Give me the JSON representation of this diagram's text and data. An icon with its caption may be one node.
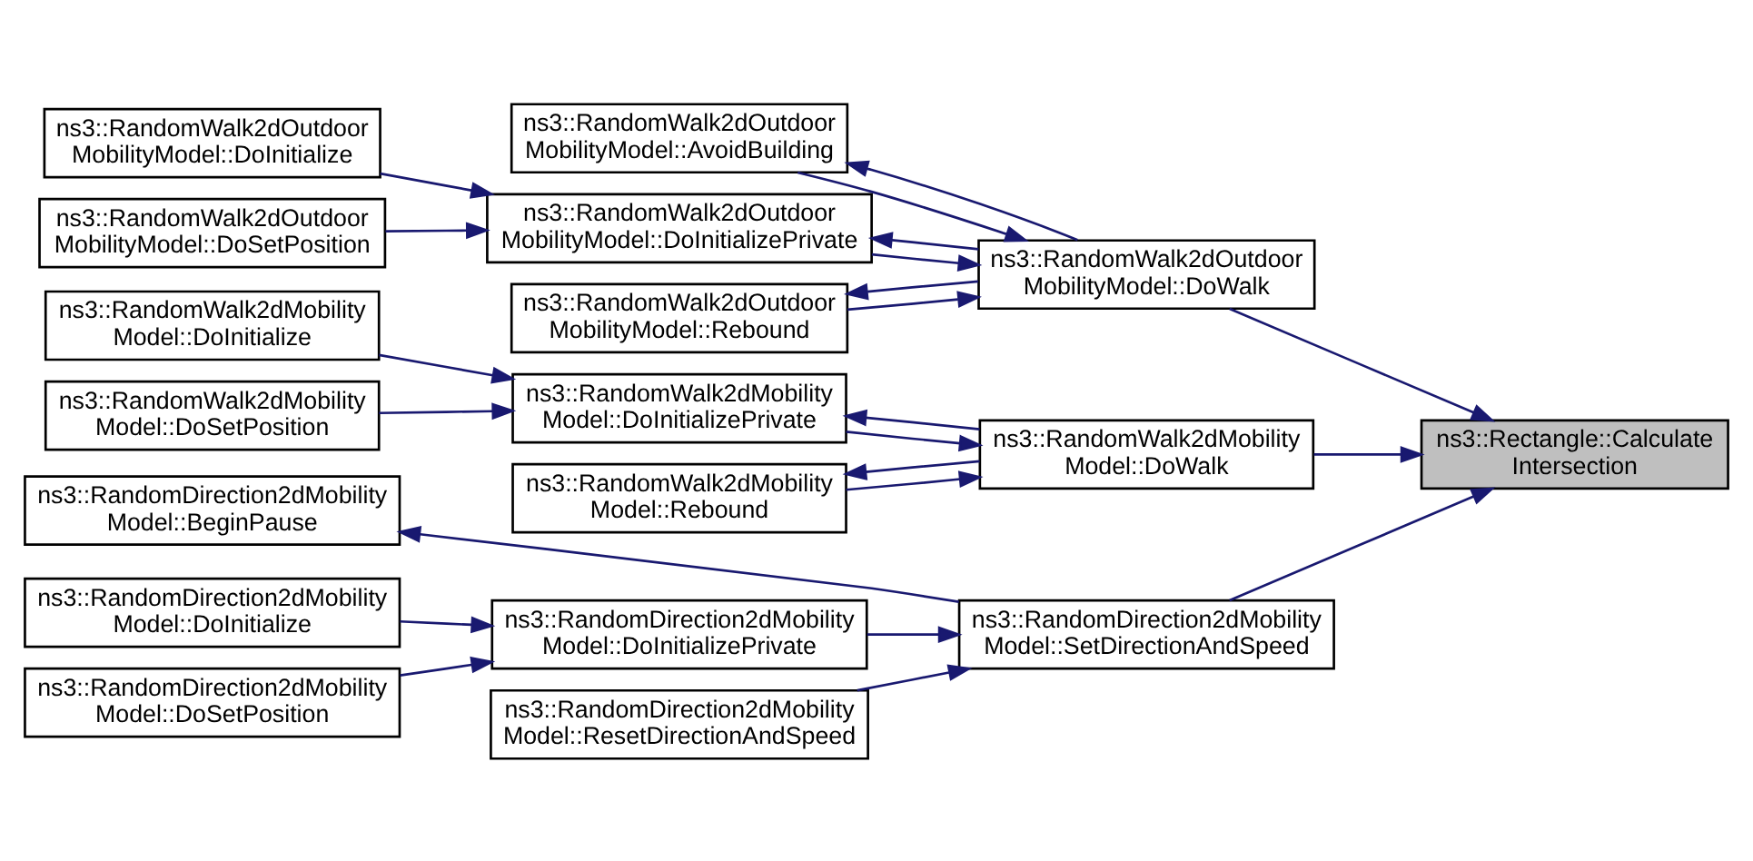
{
  "diagram": {
    "nodes": [
      {
        "text": [
          "ns3::Rectangle::Calculate Intersection"
        ]
      },
      {
        "text": [
          "ns3::RandomWalk2dOutdoor MobilityModel::DoWalk"
        ]
      },
      {
        "text": [
          "ns3::RandomWalk2dMobility Model::DoWalk"
        ]
      },
      {
        "text": [
          "ns3::RandomDirection2dMobility Model::SetDirectionAndSpeed"
        ]
      },
      {
        "text": [
          "ns3::RandomWalk2dOutdoor MobilityModel::AvoidBuilding"
        ]
      },
      {
        "text": [
          "ns3::RandomWalk2dOutdoor MobilityModel::DoInitializePrivate"
        ]
      },
      {
        "text": [
          "ns3::RandomWalk2dOutdoor MobilityModel::Rebound"
        ]
      },
      {
        "text": [
          "ns3::RandomWalk2dMobility Model::DoInitializePrivate"
        ]
      },
      {
        "text": [
          "ns3::RandomWalk2dMobility Model::Rebound"
        ]
      },
      {
        "text": [
          "ns3::RandomDirection2dMobility Model::DoInitializePrivate"
        ]
      },
      {
        "text": [
          "ns3::RandomDirection2dMobility Model::ResetDirectionAndSpeed"
        ]
      },
      {
        "text": [
          "ns3::RandomWalk2dOutdoor MobilityModel::DoInitialize"
        ]
      },
      {
        "text": [
          "ns3::RandomWalk2dOutdoor MobilityModel::DoSetPosition"
        ]
      },
      {
        "text": [
          "ns3::RandomWalk2dMobility Model::DoInitialize"
        ]
      },
      {
        "text": [
          "ns3::RandomWalk2dMobility Model::DoSetPosition"
        ]
      },
      {
        "text": [
          "ns3::RandomDirection2dMobility Model::DoInitialize"
        ]
      },
      {
        "text": [
          "ns3::RandomDirection2dMobility Model::DoSetPosition"
        ]
      },
      {
        "text": [
          "ns3::RandomDirection2dMobility Model::BeginPause"
        ]
      }
    ],
    "edges": [
      {
        "from": 1,
        "to": 0,
        "arrow": "to"
      },
      {
        "from": 2,
        "to": 0,
        "arrow": "to"
      },
      {
        "from": 3,
        "to": 0,
        "arrow": "to"
      },
      {
        "from": 1,
        "to": 4,
        "arrow": "to"
      },
      {
        "from": 4,
        "to": 1,
        "arrow": "to"
      },
      {
        "from": 1,
        "to": 5,
        "arrow": "to"
      },
      {
        "from": 5,
        "to": 1,
        "arrow": "to"
      },
      {
        "from": 1,
        "to": 6,
        "arrow": "to"
      },
      {
        "from": 6,
        "to": 1,
        "arrow": "to"
      },
      {
        "from": 2,
        "to": 7,
        "arrow": "to"
      },
      {
        "from": 7,
        "to": 2,
        "arrow": "to"
      },
      {
        "from": 2,
        "to": 8,
        "arrow": "to"
      },
      {
        "from": 8,
        "to": 2,
        "arrow": "to"
      },
      {
        "from": 9,
        "to": 3,
        "arrow": "to"
      },
      {
        "from": 10,
        "to": 3,
        "arrow": "to"
      },
      {
        "from": 3,
        "to": 17,
        "arrow": "to"
      },
      {
        "from": 11,
        "to": 5,
        "arrow": "to"
      },
      {
        "from": 12,
        "to": 5,
        "arrow": "to"
      },
      {
        "from": 13,
        "to": 7,
        "arrow": "to"
      },
      {
        "from": 14,
        "to": 7,
        "arrow": "to"
      },
      {
        "from": 15,
        "to": 9,
        "arrow": "to"
      },
      {
        "from": 16,
        "to": 9,
        "arrow": "to"
      }
    ]
  }
}
